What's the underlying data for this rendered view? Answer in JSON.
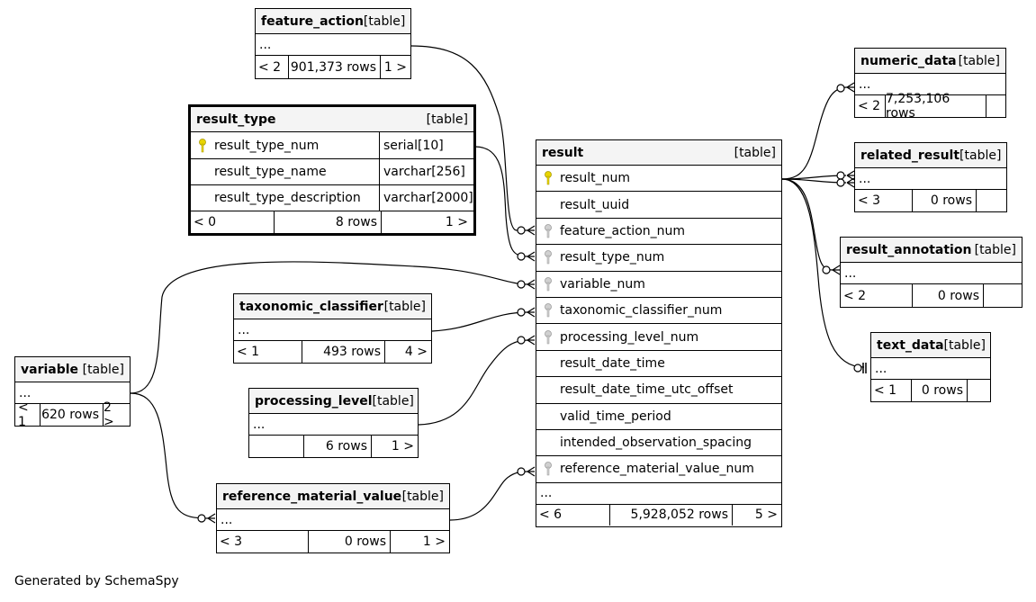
{
  "footer": "Generated by SchemaSpy",
  "tag": "[table]",
  "tables": {
    "feature_action": {
      "name": "feature_action",
      "ellipsis": "...",
      "prev": "< 2",
      "rows": "901,373 rows",
      "next": "1 >"
    },
    "result_type": {
      "name": "result_type",
      "columns": [
        {
          "name": "result_type_num",
          "type": "serial[10]",
          "key": "primary"
        },
        {
          "name": "result_type_name",
          "type": "varchar[256]",
          "key": ""
        },
        {
          "name": "result_type_description",
          "type": "varchar[2000]",
          "key": ""
        }
      ],
      "prev": "< 0",
      "rows": "8 rows",
      "next": "1 >"
    },
    "numeric_data": {
      "name": "numeric_data",
      "ellipsis": "...",
      "prev": "< 2",
      "rows": "7,253,106 rows",
      "next": ""
    },
    "related_result": {
      "name": "related_result",
      "ellipsis": "...",
      "prev": "< 3",
      "rows": "0 rows",
      "next": ""
    },
    "result_annotation": {
      "name": "result_annotation",
      "ellipsis": "...",
      "prev": "< 2",
      "rows": "0 rows",
      "next": ""
    },
    "text_data": {
      "name": "text_data",
      "ellipsis": "...",
      "prev": "< 1",
      "rows": "0 rows",
      "next": ""
    },
    "taxonomic_classifier": {
      "name": "taxonomic_classifier",
      "ellipsis": "...",
      "prev": "< 1",
      "rows": "493 rows",
      "next": "4 >"
    },
    "processing_level": {
      "name": "processing_level",
      "ellipsis": "...",
      "prev": "",
      "rows": "6 rows",
      "next": "1 >"
    },
    "variable": {
      "name": "variable",
      "ellipsis": "...",
      "prev": "< 1",
      "rows": "620 rows",
      "next": "2 >"
    },
    "reference_material_value": {
      "name": "reference_material_value",
      "ellipsis": "...",
      "prev": "< 3",
      "rows": "0 rows",
      "next": "1 >"
    },
    "result": {
      "name": "result",
      "columns": [
        {
          "name": "result_num",
          "key": "primary"
        },
        {
          "name": "result_uuid",
          "key": ""
        },
        {
          "name": "feature_action_num",
          "key": "foreign"
        },
        {
          "name": "result_type_num",
          "key": "foreign"
        },
        {
          "name": "variable_num",
          "key": "foreign"
        },
        {
          "name": "taxonomic_classifier_num",
          "key": "foreign"
        },
        {
          "name": "processing_level_num",
          "key": "foreign"
        },
        {
          "name": "result_date_time",
          "key": ""
        },
        {
          "name": "result_date_time_utc_offset",
          "key": ""
        },
        {
          "name": "valid_time_period",
          "key": ""
        },
        {
          "name": "intended_observation_spacing",
          "key": ""
        },
        {
          "name": "reference_material_value_num",
          "key": "foreign"
        }
      ],
      "ellipsis": "...",
      "prev": "< 6",
      "rows": "5,928,052 rows",
      "next": "5 >"
    }
  }
}
